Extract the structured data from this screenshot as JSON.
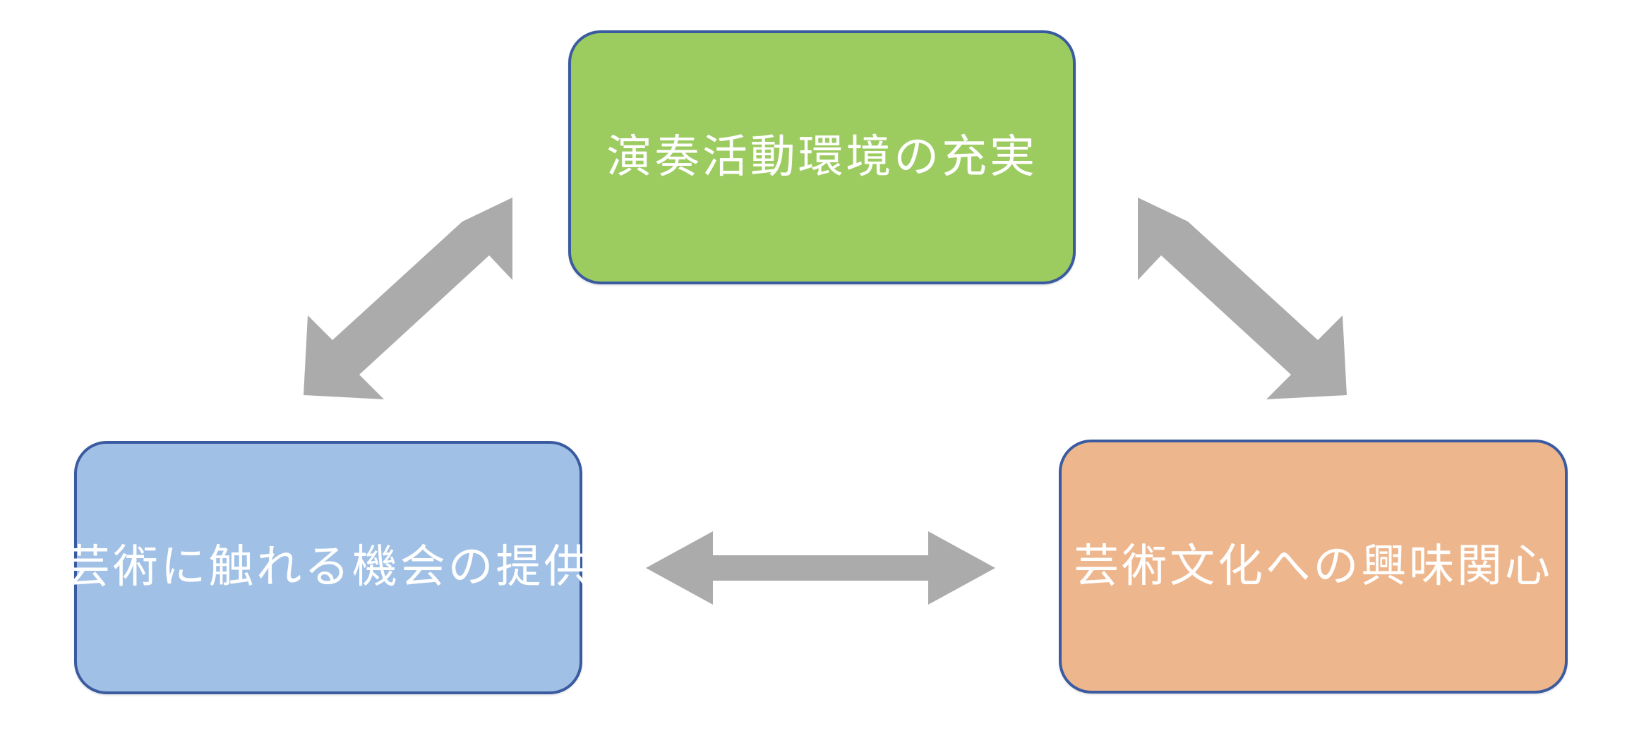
{
  "diagram": {
    "title": "",
    "background_color": "#ffffff",
    "nodes": [
      {
        "id": "node-top",
        "label": "演奏活動環境の充実",
        "fill_color": "#9ccb60",
        "border_color": "#3a5ba0",
        "text_color": "#ffffff",
        "position": "top-center"
      },
      {
        "id": "node-left",
        "label": "芸術に触れる機会の提供",
        "fill_color": "#a0c0e6",
        "border_color": "#3a5ba0",
        "text_color": "#ffffff",
        "position": "bottom-left"
      },
      {
        "id": "node-right",
        "label": "芸術文化への興味関心",
        "fill_color": "#eeb68c",
        "border_color": "#3a5ba0",
        "text_color": "#ffffff",
        "position": "bottom-right"
      }
    ],
    "connectors": [
      {
        "id": "arrow-left-top",
        "from": "node-left",
        "to": "node-top",
        "style": "double-headed",
        "color": "#ababab",
        "orientation": "diagonal-up-right"
      },
      {
        "id": "arrow-top-right",
        "from": "node-top",
        "to": "node-right",
        "style": "double-headed",
        "color": "#ababab",
        "orientation": "diagonal-down-right"
      },
      {
        "id": "arrow-left-right",
        "from": "node-left",
        "to": "node-right",
        "style": "double-headed",
        "color": "#ababab",
        "orientation": "horizontal"
      }
    ]
  }
}
